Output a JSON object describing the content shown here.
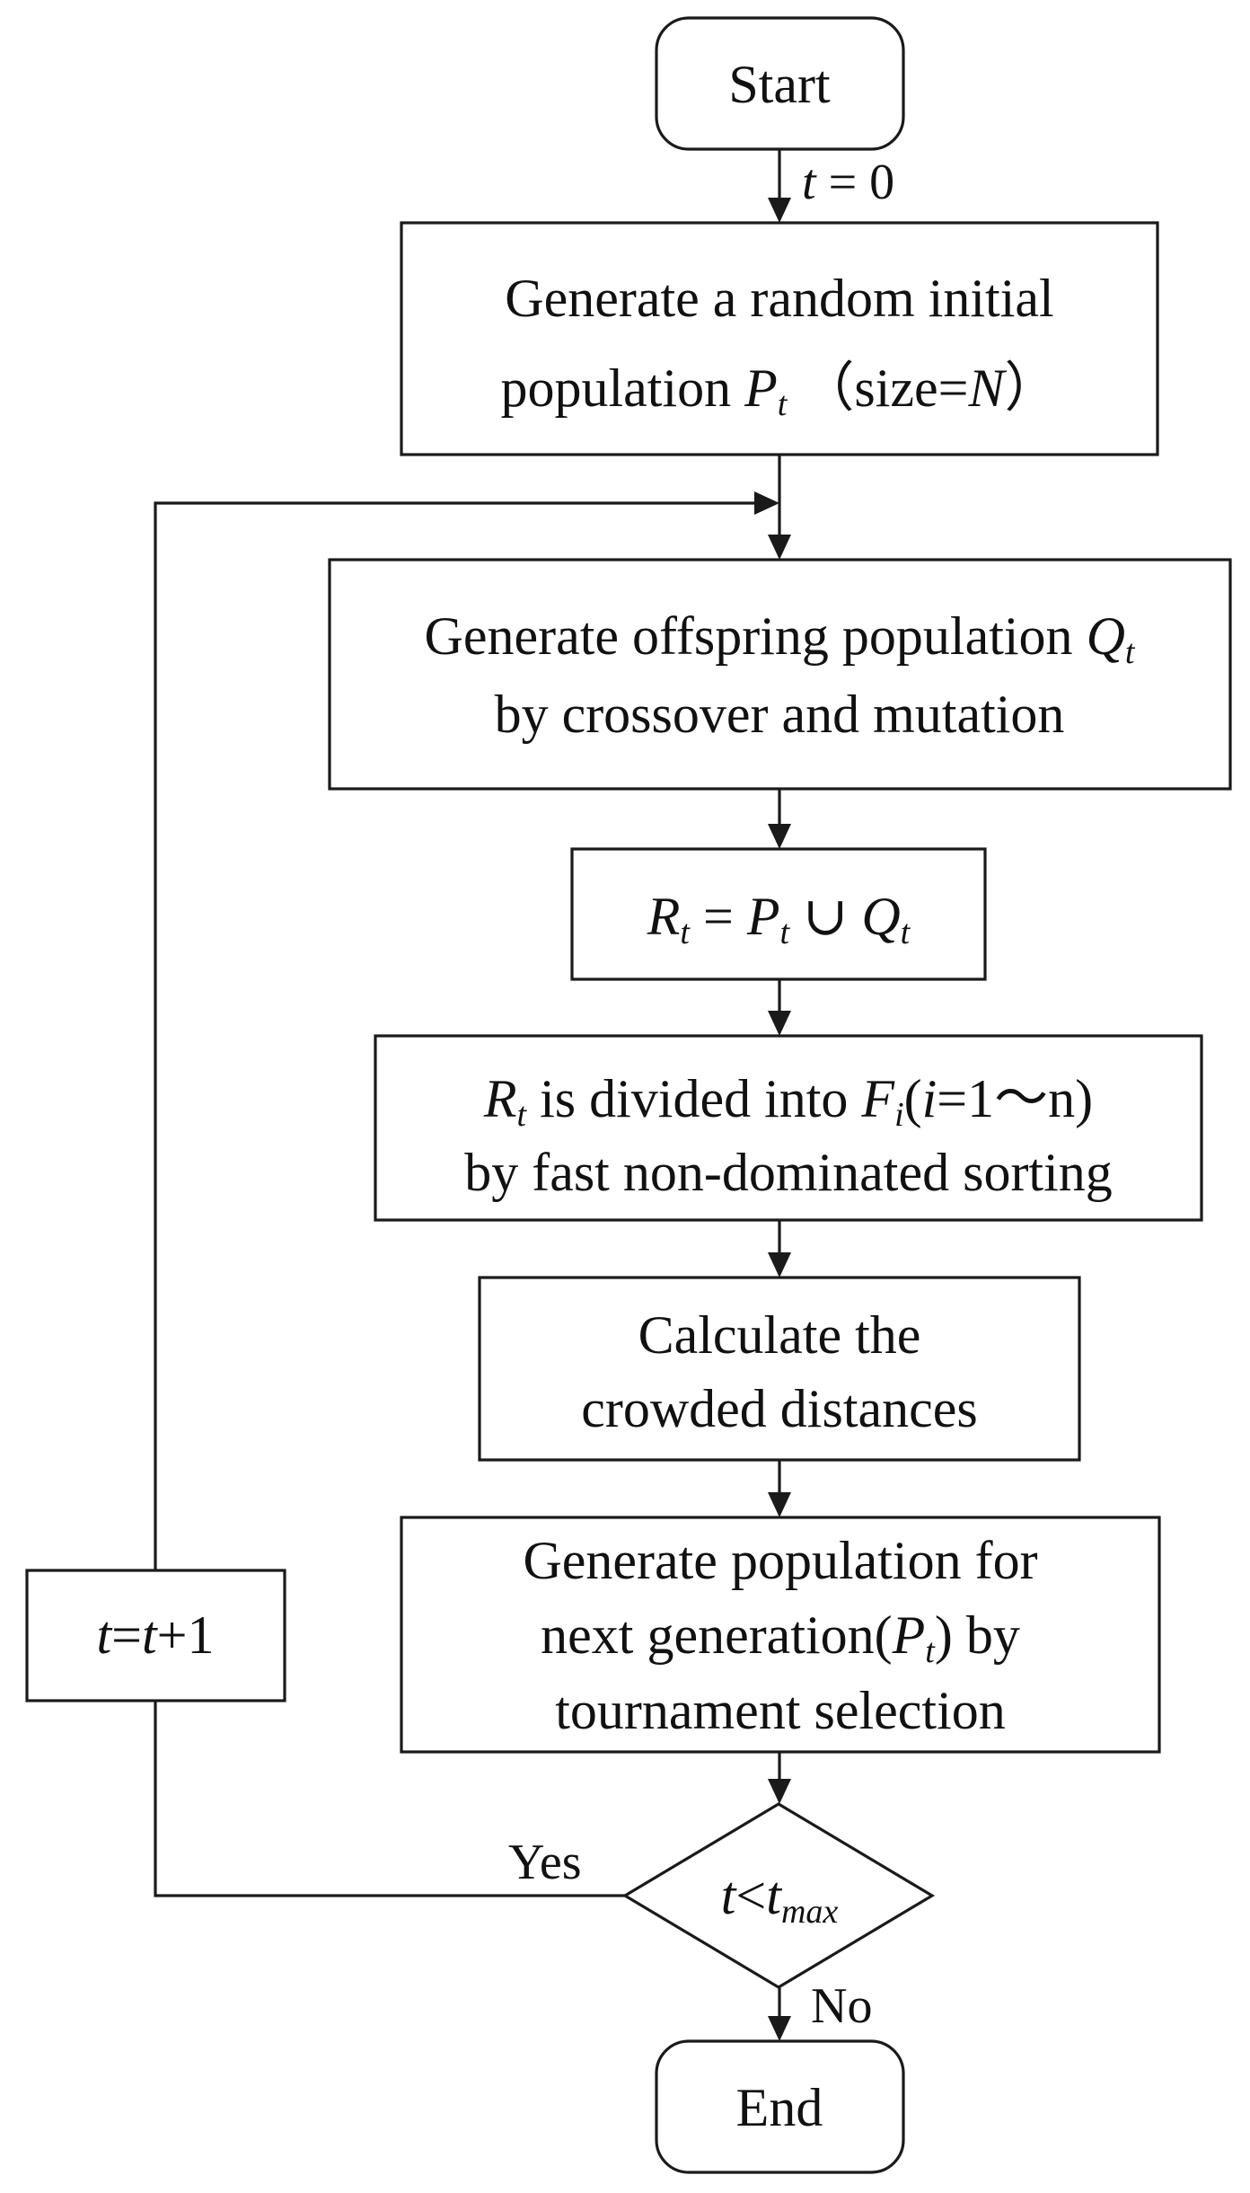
{
  "nodes": {
    "start": {
      "label": "Start"
    },
    "init": {
      "line1": "Generate a random initial",
      "line2_pre": "population ",
      "line2_var": "P",
      "line2_sub": "t",
      "line2_post_a": "  （size=",
      "line2_var2": "N",
      "line2_post_b": "）"
    },
    "offspring": {
      "line1_pre": "Generate offspring population ",
      "line1_var": "Q",
      "line1_sub": "t",
      "line2": "by crossover and mutation"
    },
    "union": {
      "r": "R",
      "r_sub": "t",
      "eq": " = ",
      "p": "P",
      "p_sub": "t",
      "op": " ∪ ",
      "q": "Q",
      "q_sub": "t"
    },
    "sort": {
      "r": "R",
      "r_sub": "t",
      "mid": " is divided into ",
      "f": "F",
      "f_sub": "i",
      "paren_open": "(",
      "i": "i",
      "range": "=1〜n)",
      "line2": "by fast non-dominated sorting"
    },
    "crowd": {
      "line1": "Calculate the",
      "line2": "crowded distances"
    },
    "select": {
      "line1": "Generate population for",
      "line2_pre": "next generation(",
      "line2_var": "P",
      "line2_sub": "t",
      "line2_post": ") by",
      "line3": "tournament selection"
    },
    "decision": {
      "t": "t",
      "lt": "<",
      "tmax": "t",
      "tmax_sub": "max"
    },
    "increment": {
      "t1": "t",
      "eq": "=",
      "t2": "t",
      "plus": "+1"
    },
    "end": {
      "label": "End"
    }
  },
  "edges": {
    "init_label": {
      "var": "t",
      "rest": " = 0"
    },
    "yes_label": "Yes",
    "no_label": "No"
  }
}
